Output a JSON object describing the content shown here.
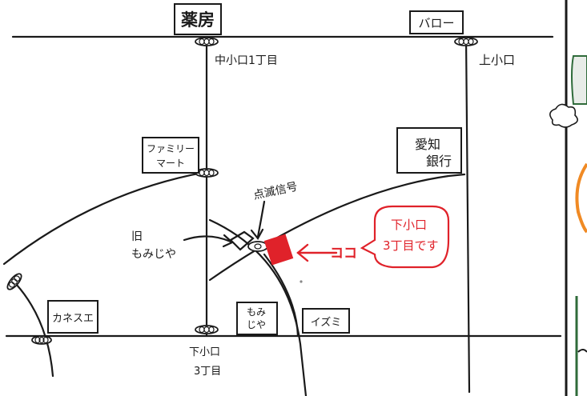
{
  "colors": {
    "ink": "#1a1a1a",
    "accent": "#e0222a",
    "right_panel_orange": "#f08a24",
    "right_panel_green": "#2f6b3a"
  },
  "landmarks": {
    "kusuri": "薬房",
    "baro": "バロー",
    "familymart_line1": "ファミリー",
    "familymart_line2": "マート",
    "aichi_bank_line1": "愛知",
    "aichi_bank_line2": "銀行",
    "kanesue": "カネスエ",
    "momijiya_line1": "もみ",
    "momijiya_line2": "じや",
    "izumi": "イズミ"
  },
  "intersections": {
    "nakaoguchi_1chome": "中小口1丁目",
    "kamiooguchi": "上小口",
    "shimooguchi_3chome_line1": "下小口",
    "shimooguchi_3chome_line2": "3丁目"
  },
  "annotations": {
    "blinking_signal": "点滅信号",
    "old_momijiya_line1": "旧",
    "old_momijiya_line2": "もみじや",
    "here": "ココ",
    "bubble_line1": "下小口",
    "bubble_line2": "3丁目です"
  }
}
